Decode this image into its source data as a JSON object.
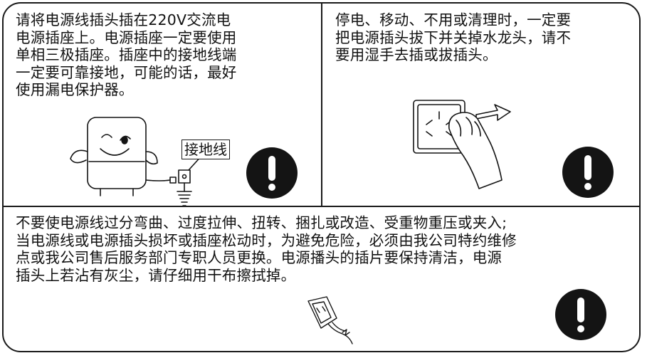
{
  "sections": {
    "top_left": {
      "text": "请将电源线插头插在220V交流电\n电源插座上。电源插座一定要使用\n单相三极插座。插座中的接地线端\n一定要可靠接地，可能的话，最好\n使用漏电保护器。",
      "ground_label": "接地线"
    },
    "top_right": {
      "text": "停电、移动、不用或清理时，一定要\n把电源插头拔下并关掉水龙头，请不\n要用湿手去插或拔插头。"
    },
    "bottom": {
      "text": "不要使电源线过分弯曲、过度拉伸、扭转、捆扎或改造、受重物重压或夹入;\n当电源线或电源插头损坏或插座松动时，为避免危险，必须由我公司特约维修\n点或我公司售后服务部门专职人员更换。电源播头的插片要保持清洁，电源\n插头上若沾有灰尘，请仔细用干布擦拭掉。"
    }
  },
  "icons": {
    "warning": "exclamation-circle-icon",
    "heater": "water-heater-mascot-icon",
    "socket": "wall-socket-icon",
    "unplug": "hand-unplugging-icon",
    "plug": "damaged-plug-icon"
  },
  "colors": {
    "ink": "#141414",
    "paper": "#ffffff"
  }
}
